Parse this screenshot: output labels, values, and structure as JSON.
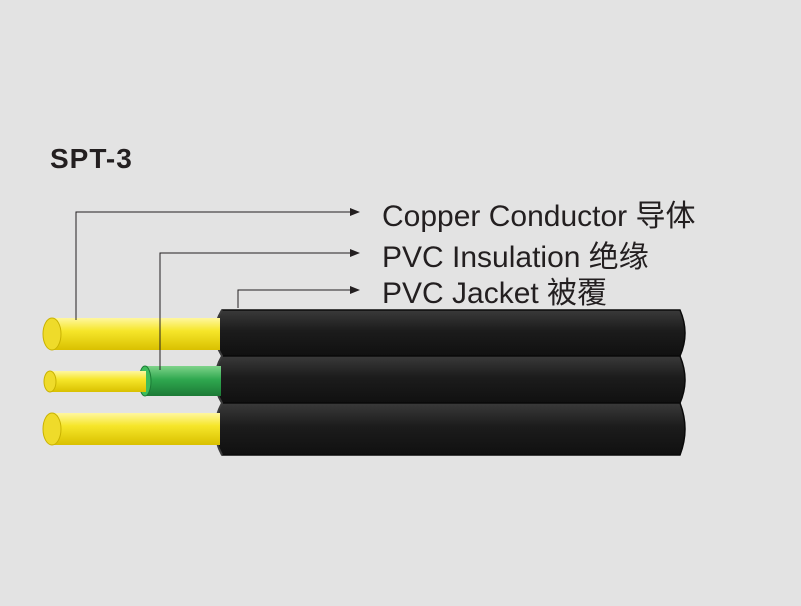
{
  "diagram": {
    "model": "SPT-3",
    "labels": {
      "conductor": "Copper Conductor 导体",
      "insulation": "PVC Insulation 绝缘",
      "jacket": "PVC Jacket 被覆"
    },
    "colors": {
      "background": "#e3e3e3",
      "text": "#231f20",
      "jacket": "#2b2b2b",
      "conductor": "#f4e62b",
      "insulation": "#2fa84f",
      "leader": "#231f20"
    }
  }
}
